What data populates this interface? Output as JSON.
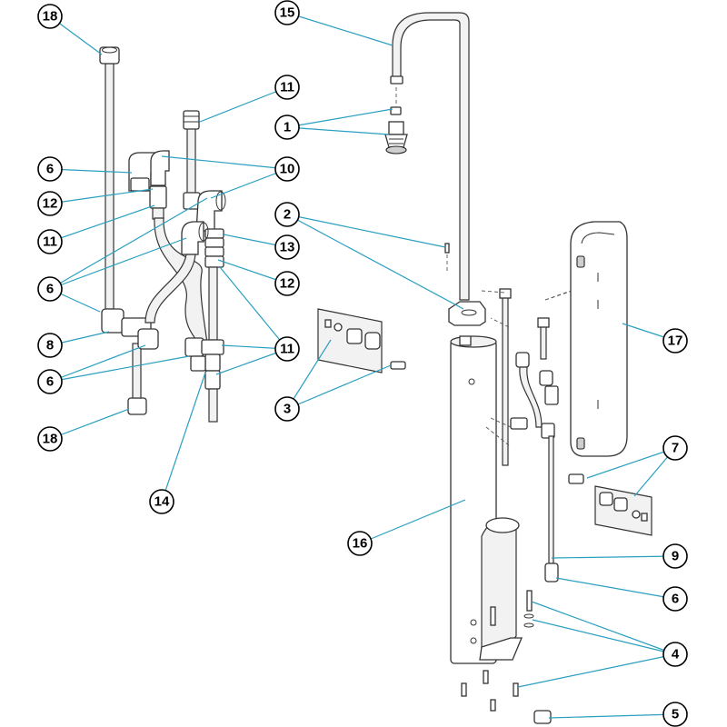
{
  "callouts": [
    {
      "id": "c1",
      "label": "1"
    },
    {
      "id": "c2",
      "label": "2"
    },
    {
      "id": "c3",
      "label": "3"
    },
    {
      "id": "c4",
      "label": "4"
    },
    {
      "id": "c5",
      "label": "5"
    },
    {
      "id": "c6a",
      "label": "6"
    },
    {
      "id": "c6b",
      "label": "6"
    },
    {
      "id": "c6c",
      "label": "6"
    },
    {
      "id": "c6d",
      "label": "6"
    },
    {
      "id": "c7",
      "label": "7"
    },
    {
      "id": "c8",
      "label": "8"
    },
    {
      "id": "c9",
      "label": "9"
    },
    {
      "id": "c10",
      "label": "10"
    },
    {
      "id": "c11a",
      "label": "11"
    },
    {
      "id": "c11b",
      "label": "11"
    },
    {
      "id": "c11c",
      "label": "11"
    },
    {
      "id": "c12a",
      "label": "12"
    },
    {
      "id": "c12b",
      "label": "12"
    },
    {
      "id": "c13",
      "label": "13"
    },
    {
      "id": "c14",
      "label": "14"
    },
    {
      "id": "c15",
      "label": "15"
    },
    {
      "id": "c16",
      "label": "16"
    },
    {
      "id": "c17",
      "label": "17"
    },
    {
      "id": "c18a",
      "label": "18"
    },
    {
      "id": "c18b",
      "label": "18"
    }
  ],
  "colors": {
    "leader": "#2a9fc0",
    "outline": "#333333",
    "background": "#ffffff"
  }
}
